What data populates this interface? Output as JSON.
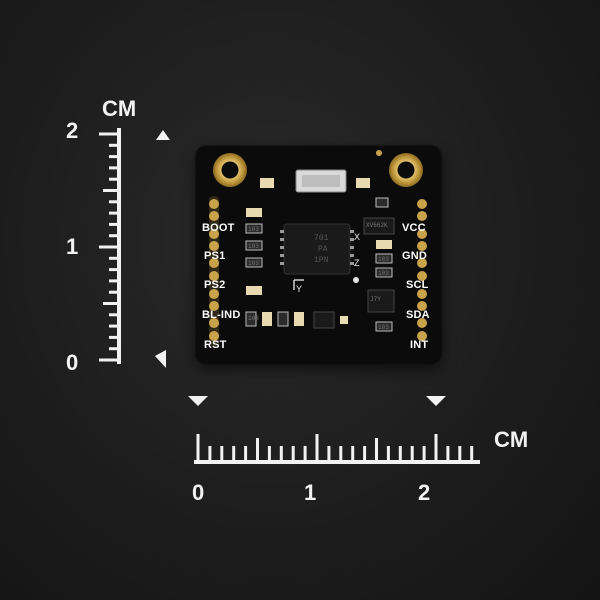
{
  "scene": {
    "description_free": true,
    "colors": {
      "background": "#1d1d1d",
      "pcb": "#0b0b0b",
      "gold": "#c9a34a",
      "silk": "#ffffff"
    }
  },
  "ruler_vertical": {
    "unit": "CM",
    "labels": [
      "2",
      "1",
      "0"
    ]
  },
  "ruler_horizontal": {
    "unit": "CM",
    "labels": [
      "0",
      "1",
      "2"
    ]
  },
  "board": {
    "left_pins": [
      "BOOT",
      "PS1",
      "PS2",
      "BL-IND",
      "RST"
    ],
    "right_pins": [
      "VCC",
      "GND",
      "SCL",
      "SDA",
      "INT"
    ],
    "chip_marking": [
      "701",
      "PA",
      "1PN"
    ],
    "axis_labels": {
      "x": "X",
      "y": "Y",
      "z": "Z"
    },
    "component_labels": {
      "regulator": "XV662K",
      "r1": "103",
      "r2": "103",
      "r3": "103",
      "r4": "103",
      "r5": "103",
      "r6": "103",
      "r7": "103",
      "transistor": "J7Y"
    }
  }
}
